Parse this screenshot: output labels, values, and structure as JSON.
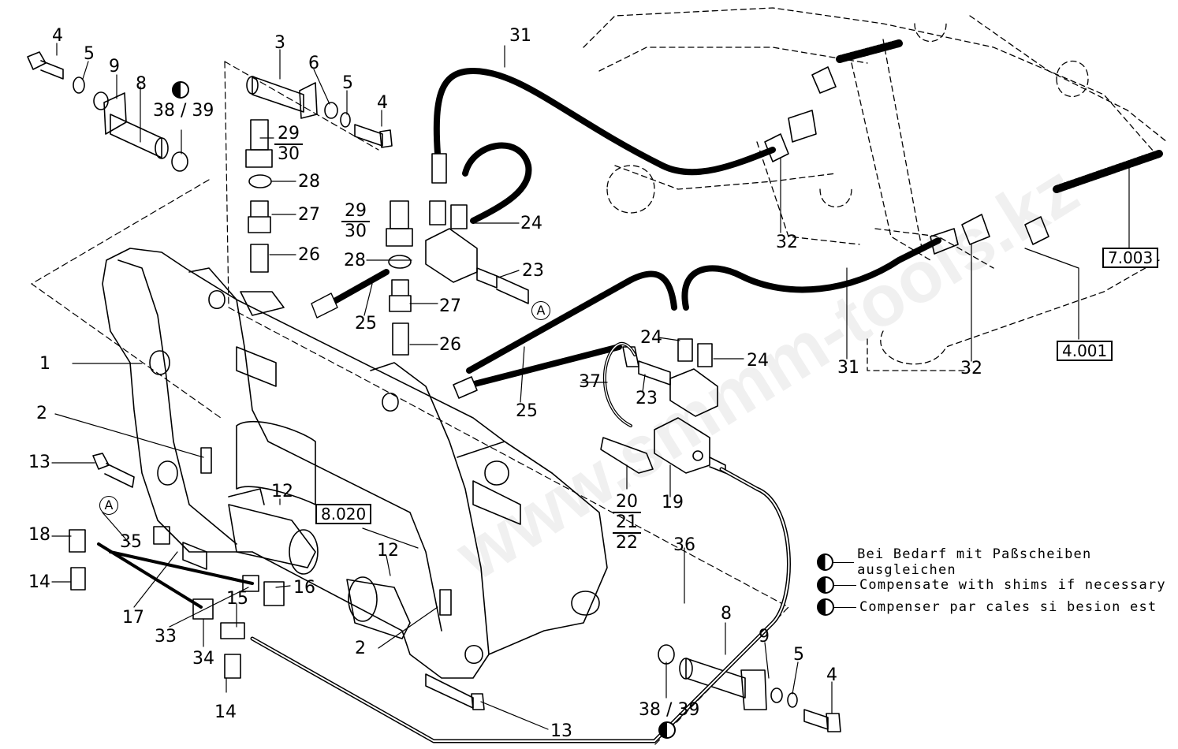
{
  "callouts": {
    "c1": "1",
    "c2a": "2",
    "c2b": "2",
    "c3": "3",
    "c4a": "4",
    "c4b": "4",
    "c4c": "4",
    "c5a": "5",
    "c5b": "5",
    "c5c": "5",
    "c6": "6",
    "c8a": "8",
    "c8b": "8",
    "c9a": "9",
    "c9b": "9",
    "c12a": "12",
    "c12b": "12",
    "c13a": "13",
    "c13b": "13",
    "c14a": "14",
    "c14b": "14",
    "c15": "15",
    "c16": "16",
    "c17": "17",
    "c18": "18",
    "c19": "19",
    "c23a": "23",
    "c23b": "23",
    "c24a": "24",
    "c24b": "24",
    "c24c": "24",
    "c25a": "25",
    "c25b": "25",
    "c26a": "26",
    "c26b": "26",
    "c27a": "27",
    "c27b": "27",
    "c28a": "28",
    "c28b": "28",
    "c31a": "31",
    "c31b": "31",
    "c32a": "32",
    "c32b": "32",
    "c33": "33",
    "c34": "34",
    "c35": "35",
    "c36": "36",
    "c37": "37"
  },
  "fractions": {
    "f2930a": {
      "top": "29",
      "bottom": "30"
    },
    "f2930b": {
      "top": "29",
      "bottom": "30"
    },
    "f202122": {
      "a": "20",
      "b": "21",
      "c": "22"
    },
    "f3839a": "38 / 39",
    "f3839b": "38 / 39"
  },
  "refboxes": {
    "r8020": "8.020",
    "r7003": "7.003",
    "r4001": "4.001"
  },
  "circled": {
    "a1": "A",
    "a2": "A"
  },
  "legend": [
    "Bei Bedarf mit Paßscheiben ausgleichen",
    "Compensate with shims if necessary",
    "Compenser par cales si besion est"
  ],
  "watermark": "www.smmm-tools.kz",
  "icons": {
    "shim_symbol": "half-filled-circle-icon"
  }
}
